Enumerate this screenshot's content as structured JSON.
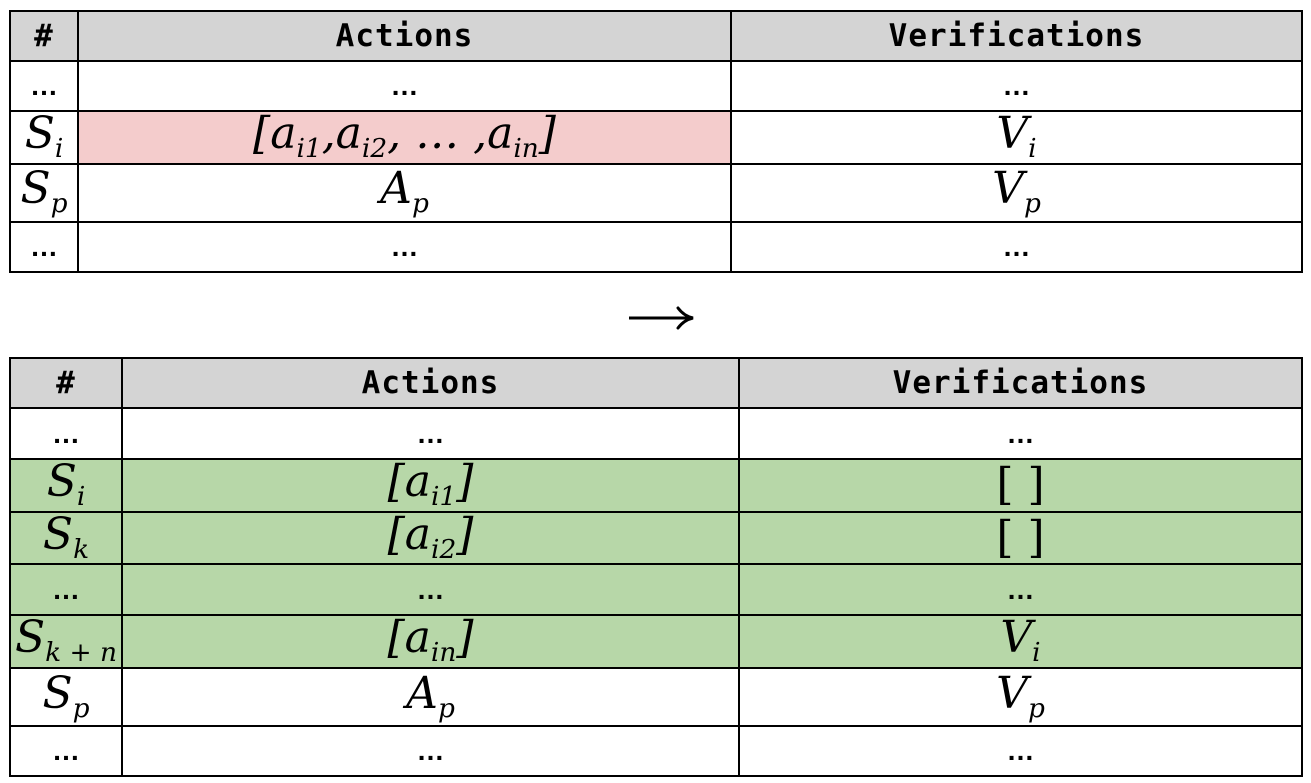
{
  "headers": {
    "num": "#",
    "actions": "Actions",
    "verifications": "Verifications"
  },
  "arrow": "→",
  "table_before": {
    "rows": [
      {
        "num": "…",
        "actions": "…",
        "verif": "…"
      },
      {
        "num_base": "S",
        "num_sub": "i",
        "actions": "[a",
        "actions_sub1": "i1",
        "actions_mid1": ",a",
        "actions_sub2": "i2",
        "actions_mid2": ", … ,a",
        "actions_sub3": "in",
        "actions_end": "]",
        "verif_base": "V",
        "verif_sub": "i"
      },
      {
        "num_base": "S",
        "num_sub": "p",
        "actions_base": "A",
        "actions_sub": "p",
        "verif_base": "V",
        "verif_sub": "p"
      },
      {
        "num": "…",
        "actions": "…",
        "verif": "…"
      }
    ]
  },
  "table_after": {
    "rows": [
      {
        "num": "…",
        "actions": "…",
        "verif": "…"
      },
      {
        "num_base": "S",
        "num_sub": "i",
        "actions_open": "[a",
        "actions_sub": "i1",
        "actions_close": "]",
        "verif": "[ ]"
      },
      {
        "num_base": "S",
        "num_sub": "k",
        "actions_open": "[a",
        "actions_sub": "i2",
        "actions_close": "]",
        "verif": "[ ]"
      },
      {
        "num": "…",
        "actions": "…",
        "verif": "…"
      },
      {
        "num_base": "S",
        "num_sub": "k + n",
        "actions_open": "[a",
        "actions_sub": "in",
        "actions_close": "]",
        "verif_base": "V",
        "verif_sub": "i"
      },
      {
        "num_base": "S",
        "num_sub": "p",
        "actions_base": "A",
        "actions_sub": "p",
        "verif_base": "V",
        "verif_sub": "p"
      },
      {
        "num": "…",
        "actions": "…",
        "verif": "…"
      }
    ]
  },
  "colors": {
    "header_bg": "#d4d4d4",
    "removed_highlight": "#f4cccc",
    "added_highlight": "#b7d7a8"
  }
}
